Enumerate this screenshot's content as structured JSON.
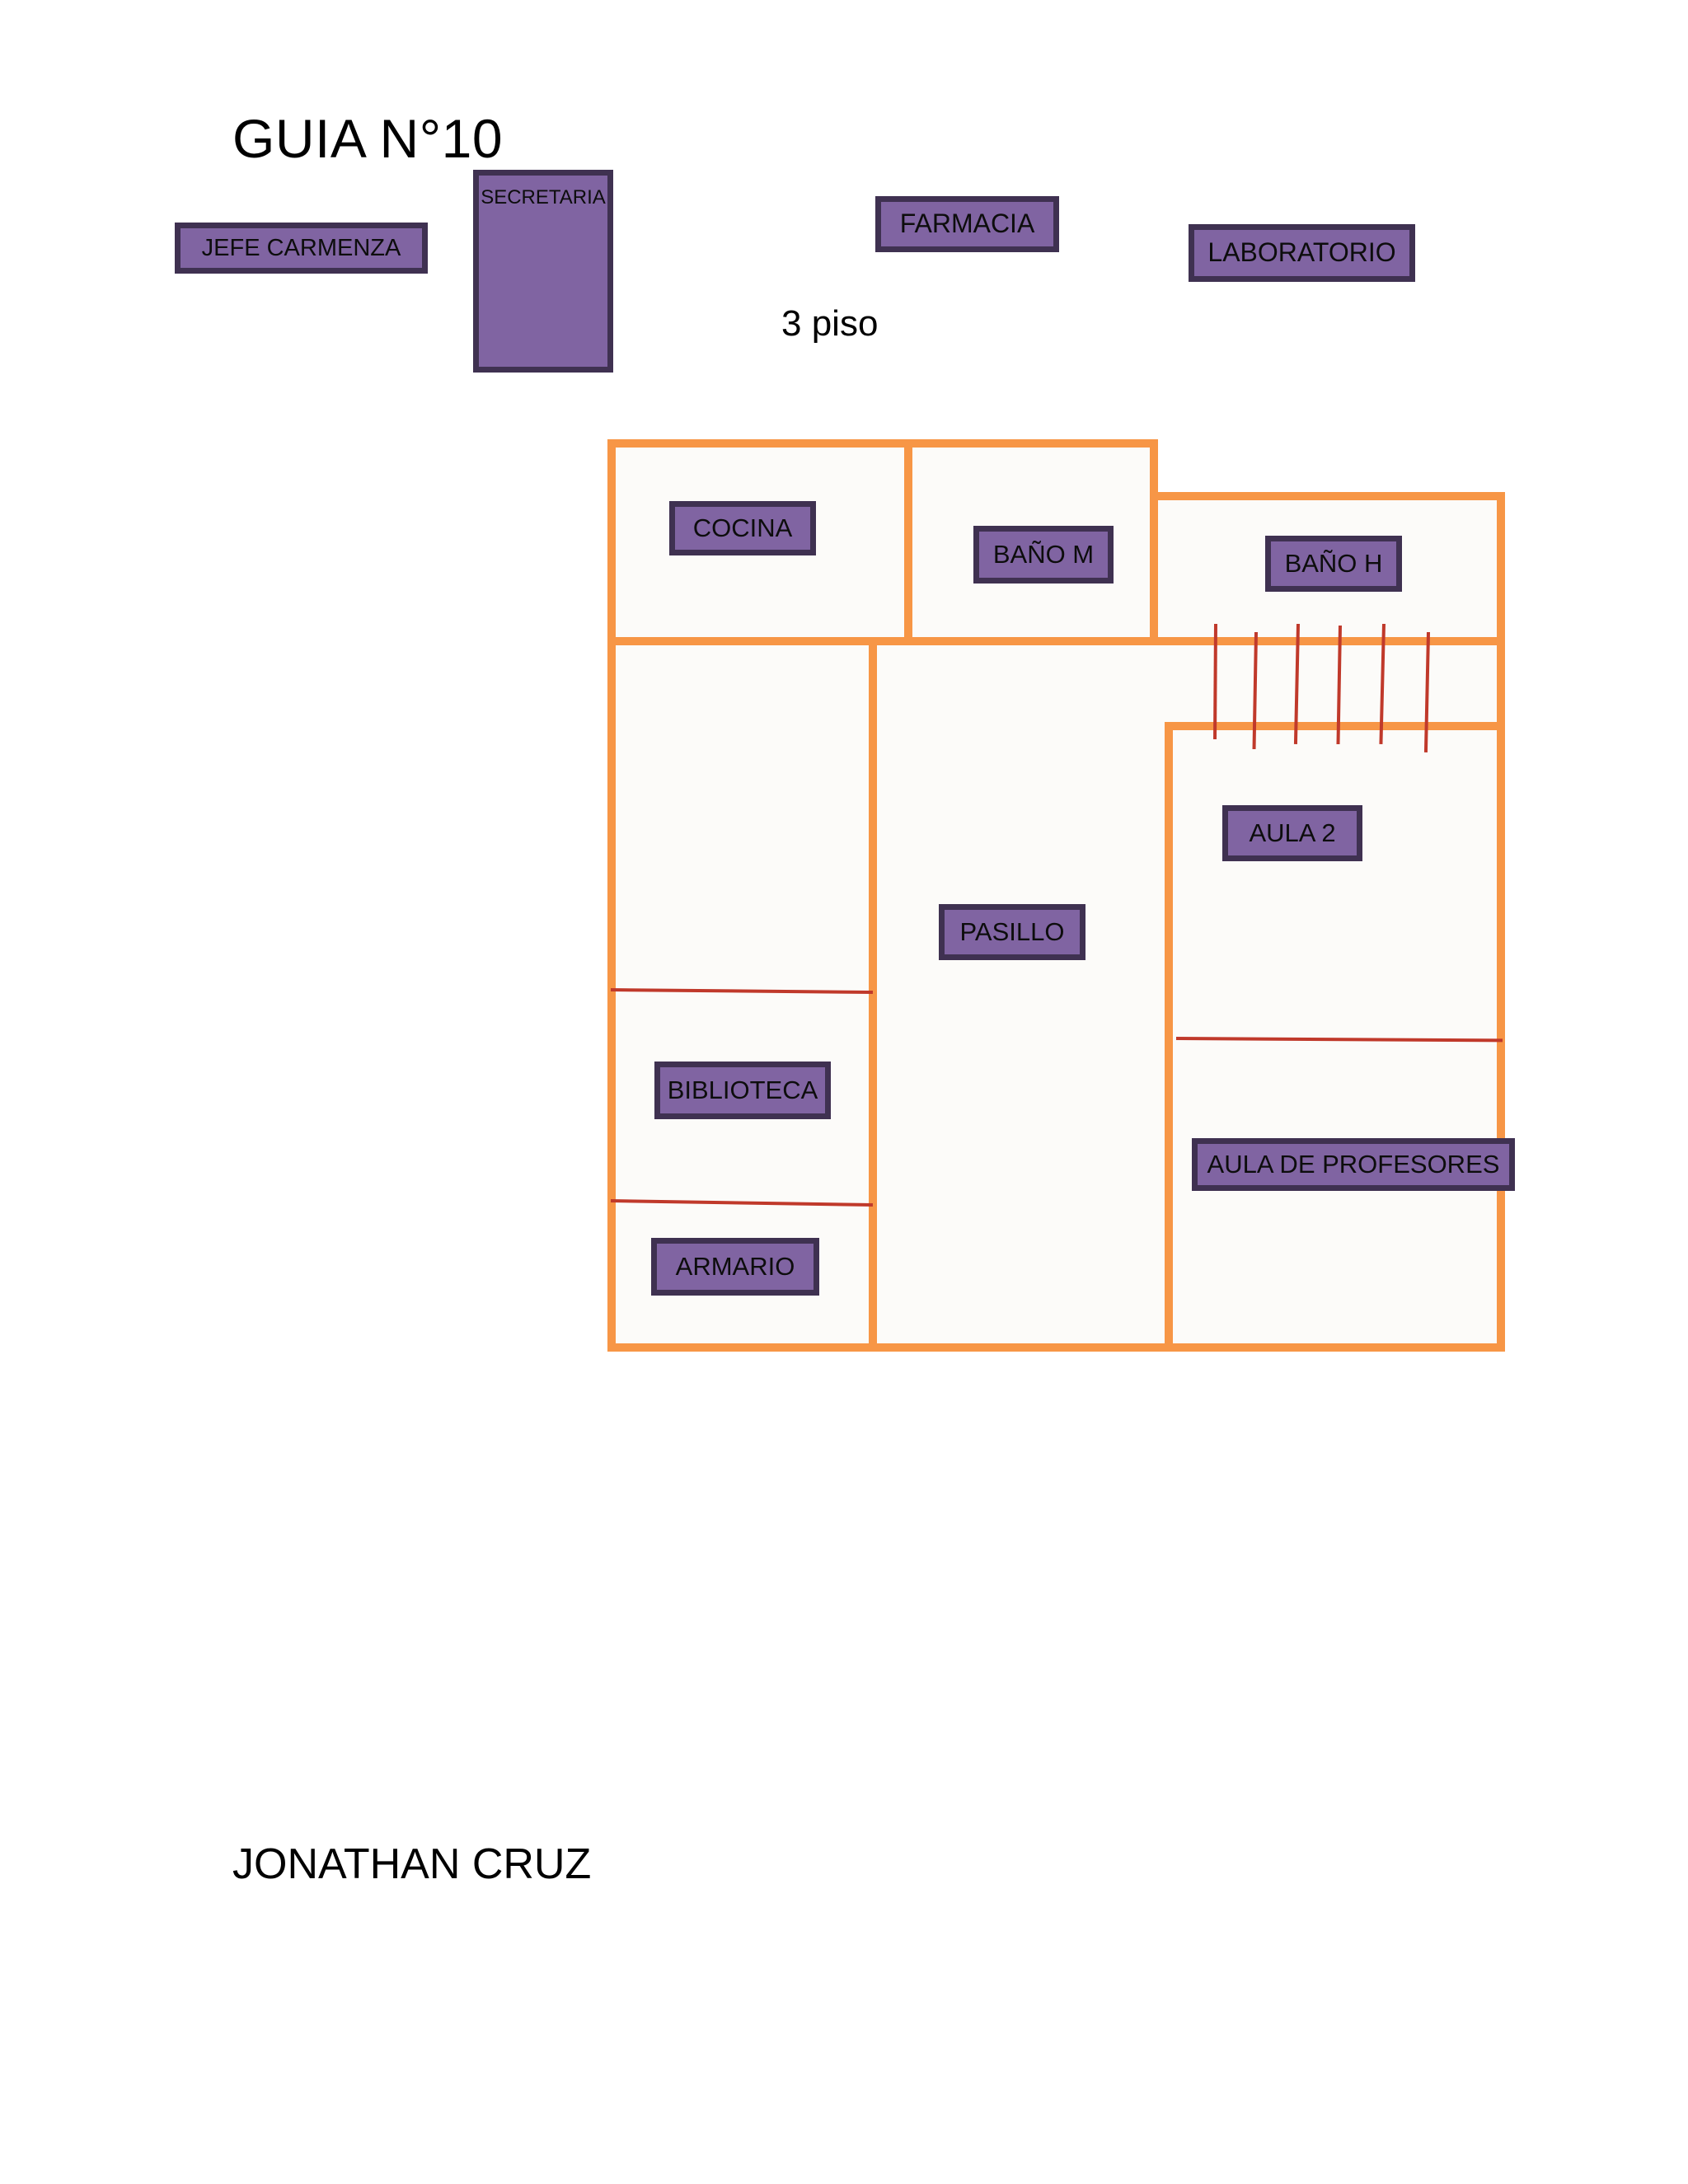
{
  "page": {
    "title": "GUIA N°10",
    "floor_label": "3 piso",
    "author": "JONATHAN CRUZ"
  },
  "colors": {
    "wall": "#F79646",
    "plaque_fill": "#8064A2",
    "plaque_border": "#3F3151",
    "pencil_red": "#C0392B",
    "room_fill": "#FCFBF9",
    "text": "#000000",
    "background": "#FFFFFF"
  },
  "legend_boxes": [
    {
      "id": "jefe-carmenza",
      "label": "JEFE CARMENZA"
    },
    {
      "id": "secretaria",
      "label": "SECRETARIA"
    },
    {
      "id": "farmacia",
      "label": "FARMACIA"
    },
    {
      "id": "laboratorio",
      "label": "LABORATORIO"
    }
  ],
  "floorplan": {
    "rooms": [
      {
        "id": "cocina",
        "label": "COCINA"
      },
      {
        "id": "bano-m",
        "label": "BAÑO M"
      },
      {
        "id": "bano-h",
        "label": "BAÑO H"
      },
      {
        "id": "aula-2",
        "label": "AULA 2"
      },
      {
        "id": "pasillo",
        "label": "PASILLO"
      },
      {
        "id": "biblioteca",
        "label": "BIBLIOTECA"
      },
      {
        "id": "armario",
        "label": "ARMARIO"
      },
      {
        "id": "aula-de-profesores",
        "label": "AULA DE PROFESORES"
      }
    ],
    "stair_count": 6
  }
}
